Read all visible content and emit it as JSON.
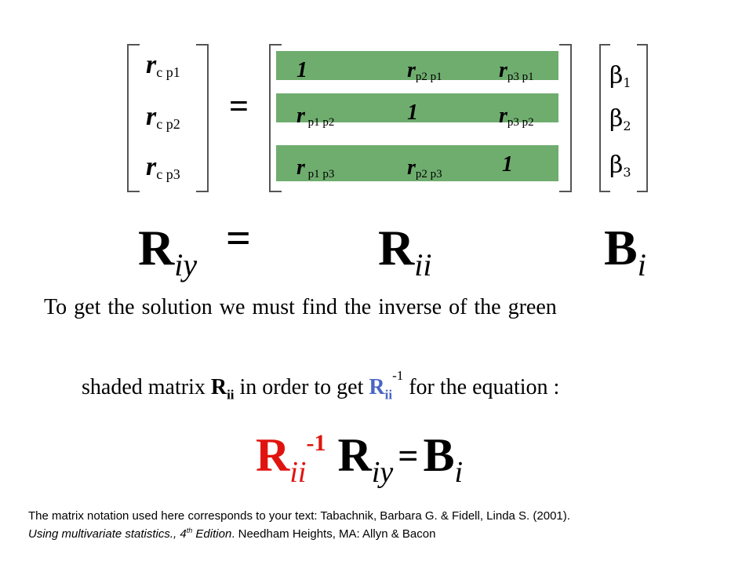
{
  "lhs_vector": [
    {
      "r": "r",
      "sub": "c p1"
    },
    {
      "r": "r",
      "sub": "c p2"
    },
    {
      "r": "r",
      "sub": "c p3"
    }
  ],
  "equals_sign": "=",
  "matrix_rows": [
    {
      "c1": {
        "main": "1",
        "sub": ""
      },
      "c2": {
        "main": "r",
        "sub": "p2 p1"
      },
      "c3": {
        "main": "r",
        "sub": "p3 p1"
      }
    },
    {
      "c1": {
        "main": "r",
        "sub": " p1 p2"
      },
      "c2": {
        "main": "1",
        "sub": ""
      },
      "c3": {
        "main": "r",
        "sub": "p3 p2"
      }
    },
    {
      "c1": {
        "main": "r",
        "sub": " p1 p3"
      },
      "c2": {
        "main": "r",
        "sub": "p2 p3"
      },
      "c3": {
        "main": "1",
        "sub": ""
      }
    }
  ],
  "beta_vector": [
    {
      "symbol": "β",
      "sub": "1"
    },
    {
      "symbol": "β",
      "sub": "2"
    },
    {
      "symbol": "β",
      "sub": "3"
    }
  ],
  "labels": {
    "riy": {
      "main": "R",
      "sub": "iy"
    },
    "eq": "=",
    "rii": {
      "main": "R",
      "sub": "ii"
    },
    "bi": {
      "main": "B",
      "sub": "i"
    }
  },
  "paragraph": {
    "line1": "To get the solution we must find the inverse of the green",
    "line2_a": "shaded matrix ",
    "line2_b": "R",
    "line2_b_sub": "ii",
    "line2_c": " in order to get ",
    "line2_d": "R",
    "line2_d_sub": "ii",
    "line2_d_sup": "-1",
    "line2_e": " for the equation :"
  },
  "final_equation": {
    "r1": "R",
    "r1_sub": "ii",
    "r1_sup": "-1",
    "r2": "R",
    "r2_sub": "iy",
    "eq": "=",
    "b": "B",
    "b_sub": "i"
  },
  "reference": {
    "line1": "The matrix notation used here corresponds to your text:  Tabachnik, Barbara G. & Fidell, Linda S. (2001).",
    "line2_a": "Using multivariate statistics., 4",
    "line2_sup": "th",
    "line2_b": " Edition",
    "line2_c": ".  Needham Heights, MA: Allyn & Bacon"
  },
  "colors": {
    "green_shade": "#6fad6f",
    "red": "#e0140f",
    "blue": "#4a66c4"
  }
}
